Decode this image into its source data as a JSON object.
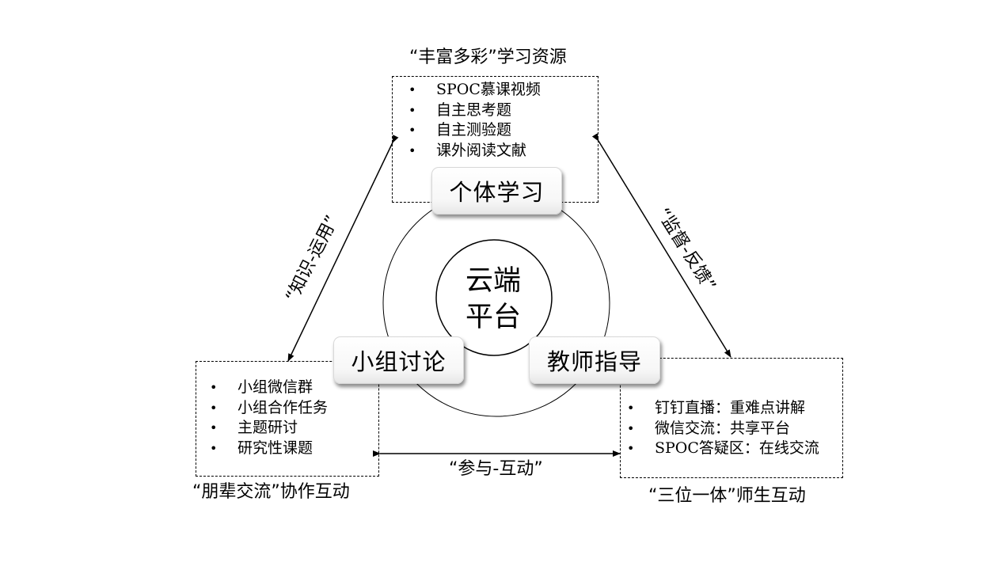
{
  "top": {
    "title": "“丰富多彩”学习资源",
    "items": [
      "SPOC慕课视频",
      "自主思考题",
      "自主测验题",
      "课外阅读文献"
    ],
    "pill": "个体学习"
  },
  "left": {
    "title": "“朋辈交流”协作互动",
    "items": [
      "小组微信群",
      "小组合作任务",
      "主题研讨",
      "研究性课题"
    ],
    "pill": "小组讨论"
  },
  "right": {
    "title": "“三位一体”师生互动",
    "items": [
      "钉钉直播：重难点讲解",
      "微信交流：共享平台",
      "SPOC答疑区：在线交流"
    ],
    "pill": "教师指导"
  },
  "center": {
    "line1": "云端",
    "line2": "平台"
  },
  "connectors": {
    "left": "“知识-运用”",
    "right": "“监督-反馈”",
    "bottom": "“参与-互动”"
  }
}
